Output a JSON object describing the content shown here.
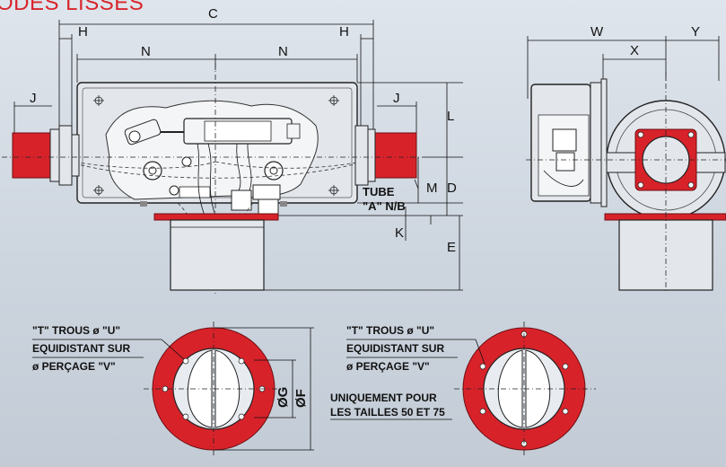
{
  "title": "ODES LISSES",
  "dimensions": {
    "C": "C",
    "H_left": "H",
    "H_right": "H",
    "N_left": "N",
    "N_right": "N",
    "J_left": "J",
    "J_right": "J",
    "L": "L",
    "M": "M",
    "D": "D",
    "K": "K",
    "E": "E",
    "W": "W",
    "X": "X",
    "Y": "Y"
  },
  "tube_label": {
    "line1": "TUBE",
    "line2": "\"A\" N/B"
  },
  "flange_left": {
    "line1": "\"T\" TROUS  ø \"U\"",
    "line2": "EQUIDISTANT SUR",
    "line3": "ø  PERÇAGE \"V\"",
    "dia_g": "ØG",
    "dia_f": "ØF"
  },
  "flange_right": {
    "line1": "\"T\" TROUS  ø \"U\"",
    "line2": "EQUIDISTANT SUR",
    "line3": "ø  PERÇAGE \"V\"",
    "note1": "UNIQUEMENT POUR",
    "note2": "LES TAILLES 50 ET 75"
  },
  "colors": {
    "accent": "#d8222a",
    "line": "#111111",
    "background": "#cdd5df"
  }
}
